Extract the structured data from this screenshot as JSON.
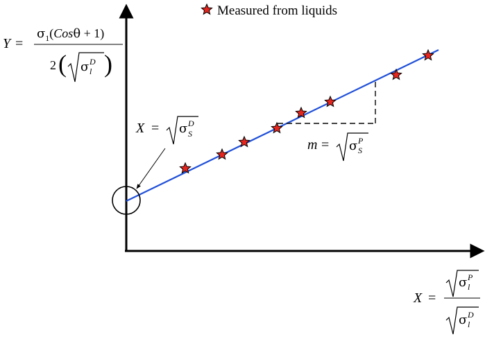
{
  "legend": {
    "label": "Measured from liquids",
    "marker": "star",
    "marker_fill": "#e5261f",
    "marker_stroke": "#000000"
  },
  "colors": {
    "fit_line": "#1f4fd8",
    "axes": "#000000"
  },
  "y_axis_label": {
    "lhs": "Y",
    "equals": "=",
    "numerator_sigma": "σ",
    "numerator_sub": "1",
    "numerator_open": "(",
    "numerator_cos": "Cos",
    "numerator_theta": "θ",
    "numerator_rest": " + 1)",
    "denominator_coef": "2",
    "denominator_sigma": "σ",
    "denominator_sup": "D",
    "denominator_sub": "l"
  },
  "x_axis_label": {
    "lhs": "X",
    "equals": "=",
    "numerator_sigma": "σ",
    "numerator_sup": "P",
    "numerator_sub": "l",
    "denominator_sigma": "σ",
    "denominator_sup": "D",
    "denominator_sub": "l"
  },
  "intercept_label": {
    "lhs": "X",
    "equals": "=",
    "sigma": "σ",
    "sup": "D",
    "sub": "S"
  },
  "slope_label": {
    "lhs": "m",
    "equals": "=",
    "sigma": "σ",
    "sup": "P",
    "sub": "S"
  }
}
